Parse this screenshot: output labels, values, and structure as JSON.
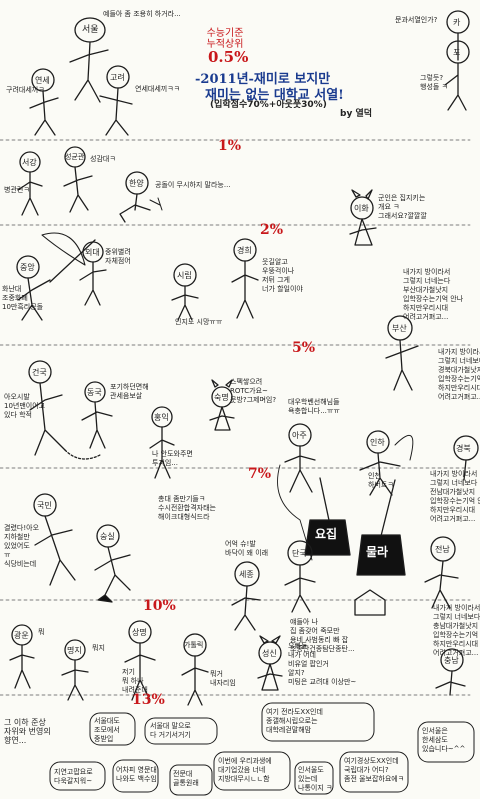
{
  "header": {
    "rank_label_line1": "수능기준",
    "rank_label_line2": "누적상위",
    "rank_value": "0.5%",
    "title_line1": "-2011년-재미로 보지만",
    "title_line2": "재미는 없는 대학교 서열!",
    "criteria": "(입학점수70%+아웃풋30%)",
    "author": "by 열덕"
  },
  "bands": [
    "1%",
    "2%",
    "5%",
    "7%",
    "10%",
    "13%"
  ],
  "universities": {
    "seoul": "서울",
    "yonsei": "연세",
    "korea": "고려",
    "kaist": "카",
    "postech": "포",
    "sogang": "서강",
    "skku": "성균관",
    "hanyang": "한양",
    "ewha": "이화",
    "cau": "중앙",
    "hufs": "외대",
    "uos": "시립",
    "khu": "경희",
    "busan": "부산",
    "konkuk": "건국",
    "dongguk": "동국",
    "hongik": "홍익",
    "sookmyung": "숙명",
    "ajou": "아주",
    "inha": "인하",
    "kyungpook": "경북",
    "kookmin": "국민",
    "soongsil": "숭실",
    "sejong": "세종",
    "dankook": "단국",
    "chonnam": "전남",
    "kwangwoon": "광운",
    "myongji": "명지",
    "sangmyung": "상명",
    "catholic": "가톨릭",
    "sungshin": "성신",
    "chungnam": "충남"
  },
  "captions": {
    "seoul_talk": "예들아 좀 조용히 하거라...",
    "kaist_talk": "문과서열인가?",
    "postech_talk": "그렇듯?\n행성돌 ㅋ",
    "yonsei_talk": "구려대세끼ㅋ",
    "korea_talk": "연세대세끼ㅋㅋ",
    "skku_talk": "성감대ㅋ",
    "sogang_talk": "병관련ㅋ",
    "hanyang_talk": "공돌이 무시하지 말라능...",
    "ewha_talk": "군인은 집지키는\n개요 ㅋ\n그래서요?깔깔깔",
    "cau_talk": "화난대\n조중화폐\n10만흑리공돌",
    "hufs_talk": "중위별려\n자체점어",
    "khu_talk": "웃길알고\n우뚱걱이나\n저뒤 그게\n너가 할일이야",
    "uos_talk": "인지도 시망ㅠㅠ",
    "busan_talk": "내가지 방이라서\n그렇지 너네는다\n부산대가철낫지\n입학장수는기억 안나\n하지만우리시대\n어려고거펴고...",
    "konkuk_talk": "아오시발\n10년맨이어고\n있다 학적",
    "dongguk_talk": "포기하던면해\n관세음보살",
    "sookmyung_talk": "스펙쌓으려\nROTC가요~\n뭇방?그제며임?",
    "hongik_talk": "나 안도와주면\n투저임...",
    "ajou_inha_talk": "대우학벤선해님들\n욕충합니다...ㅠㅠ",
    "inha_bonus": "인천\n하버트ㅋ",
    "kyungpook_talk": "내가지 방이라서\n그렇지 너네보다\n경북대가철낫지\n입학장수는기억 안나\n하지만우리시대\n어려고거펴고...",
    "kookmin_talk": "결렸다!아오\n지하철만\n있었어도\nㅠ\n식당비는데",
    "soongsil_talk": "총대 좀만기들ㅋ\n수시전환합격자태는\n해이크대형식드라",
    "sejong_talk": "어억 슈!발\n바닥이 왜 이래",
    "chonnam_talk": "내가지 방이라서\n그렇지 너네보다\n전남대가철낫지\n입학장수는기억 안나\n하지만우리시대\n어려고거펴고...",
    "dankook_talk": "얘들아 나\n집 좀갖어 죽모만\n용네 사범동리 빠 잡\n조종단건종탐단종탄...",
    "yoksim": "요집",
    "mulssaem": "물라",
    "kwangwoon_talk": "뭐",
    "myongji_talk": "뭐지",
    "sangmyung_talk": "저기\n뭐 하나\n내려준대",
    "catholic_talk": "뭐거\n내자리임",
    "sungshin_talk": "오빠들\n내가 어데\n비유얼 팝인거\n알지?\n미팅은 교려대 이상만~",
    "chungnam_talk": "내가지 방이라서\n그렇지 너네보다\n충남대가철낫지\n입학장수는기억 안나\n하지만우리시대\n어려고거펴고...",
    "bottom_intro": "그 이하 준상\n자위와 번영의\n향연...",
    "bottom_b1": "서울대도\n조모에서\n중받입",
    "bottom_b2": "서울대 말으로\n다 거기서거기",
    "bottom_b3": "여기 전라도XX인데\n종갤해시립으로는\n대학레걷말해맘",
    "bottom_b4": "인서울은\n한세삼도\n있습니다~^^",
    "bottom_b5": "지연고팝요로\n다욱갈지워~",
    "bottom_b6": "어차피 영문대\n나와도 백수임",
    "bottom_b7": "전문대\n골통원래",
    "bottom_b8": "이번에 우리과생에\n대기업갔음 너네\n지방대무시ㄴㄴ함",
    "bottom_b9": "인서울도\n있는데\n나통이지 ㅋ",
    "bottom_b10": "여기경상도XX인데\n국립대가 어디?\n좀전 울보잡하요에ㅋ"
  },
  "colors": {
    "ink": "#222222",
    "accent_red": "#c8171a",
    "accent_blue": "#1a3b8f",
    "paper": "#fbfbf6"
  }
}
